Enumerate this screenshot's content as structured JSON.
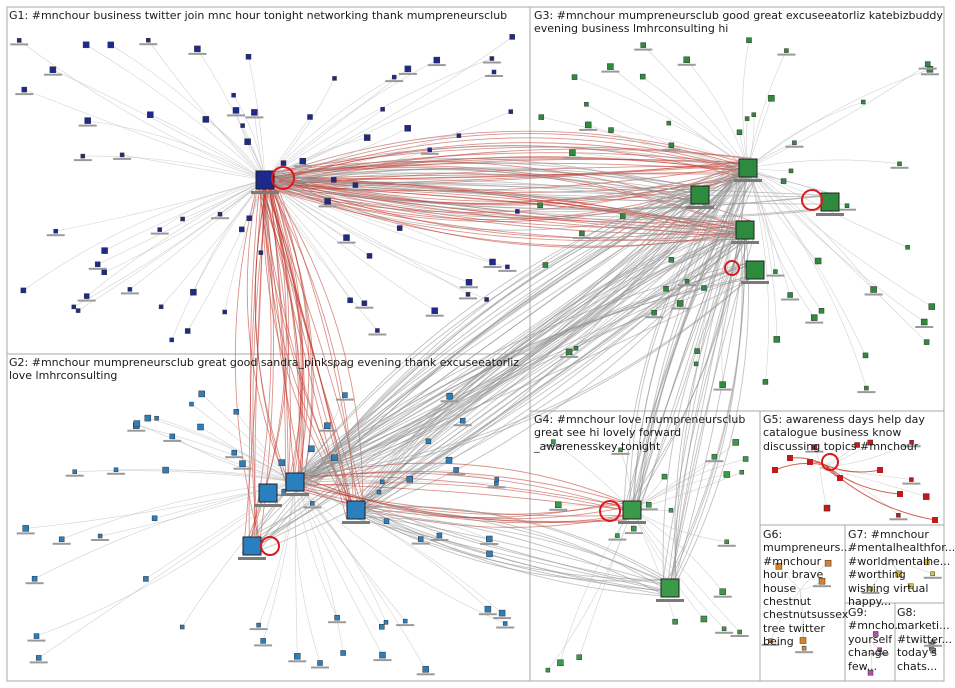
{
  "groups": [
    {
      "id": "G1",
      "label": "G1: #mnchour business twitter join mnc hour tonight networking thank mumpreneursclub"
    },
    {
      "id": "G2",
      "label": "G2: #mnchour mumpreneursclub great good sandra_pinkspag evening thank excuseeatorliz love lmhrconsulting"
    },
    {
      "id": "G3",
      "label": "G3: #mnchour mumpreneursclub good great excuseeatorliz katebizbuddy evening business lmhrconsulting hi"
    },
    {
      "id": "G4",
      "label": "G4: #mnchour love mumpreneursclub great see hi lovely forward _awarenesskey tonight"
    },
    {
      "id": "G5",
      "label": "G5: awareness days help day catalogue business know discussing topics #mnchour"
    },
    {
      "id": "G6",
      "label": "G6: mumpreneurs... #mnchour hour brave house chestnut chestnutsussex tree twitter being"
    },
    {
      "id": "G7",
      "label": "G7: #mnchour #mentalhealthfor... #worldmentalhe... #worthing wishing virtual happy..."
    },
    {
      "id": "G9",
      "label": "G9: #mncho... yourself change few..."
    },
    {
      "id": "G8",
      "label": "G8: marketi... #twitter... today's chats..."
    }
  ],
  "colors": {
    "pane_border": "#a8a8a8",
    "edge_gray": "#8f8f8f",
    "edge_red": "#c0392b",
    "self_loop": "#e0161b",
    "g1_node": "#1b2a8c",
    "g2_node": "#2a7fbf",
    "g3_node": "#2e8b3e",
    "g4_node": "#3a9a4a",
    "g5_node": "#c21a1a",
    "g6_node": "#d9822b",
    "g7_node": "#d9c63a",
    "g9_node": "#b04fb0",
    "g8_node": "#909090"
  }
}
